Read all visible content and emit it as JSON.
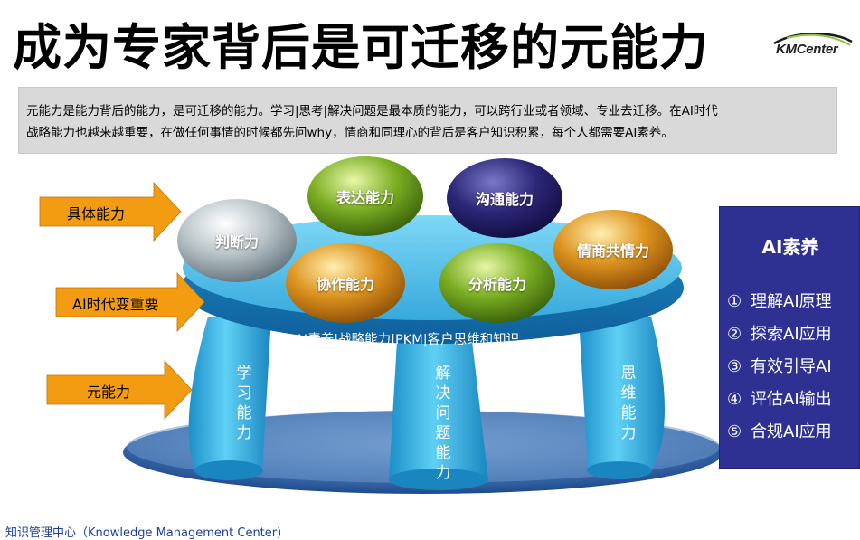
{
  "title": "成为专家背后是可迁移的元能力",
  "logo_text": "KMCenter",
  "description": {
    "line1": "元能力是能力背后的能力，是可迁移的能力。学习|思考|解决问题是最本质的能力，可以跨行业或者领域、专业去迁移。在AI时代",
    "line2": "战略能力也越来越重要，在做任何事情的时候都先问why，情商和同理心的背后是客户知识积累，每个人都需要AI素养。"
  },
  "arrows": [
    "具体能力",
    "AI时代变重要",
    "元能力"
  ],
  "balls": [
    {
      "label": "判断力",
      "color": "#9aa7ad"
    },
    {
      "label": "表达能力",
      "color": "#6e9e1c"
    },
    {
      "label": "沟通能力",
      "color": "#27226b"
    },
    {
      "label": "情商共情力",
      "color": "#d4861c"
    },
    {
      "label": "协作能力",
      "color": "#c9801a"
    },
    {
      "label": "分析能力",
      "color": "#6e9e1c"
    }
  ],
  "plate_label": "AI素养|战略能力|PKM|客户思维和知识",
  "legs": [
    {
      "text": "学习能力"
    },
    {
      "text": "解决问题能力"
    },
    {
      "text": "思维能力"
    }
  ],
  "panel": {
    "title": "AI素养",
    "items": [
      {
        "num": "①",
        "label": "理解AI原理"
      },
      {
        "num": "②",
        "label": "探索AI应用"
      },
      {
        "num": "③",
        "label": "有效引导AI"
      },
      {
        "num": "④",
        "label": "评估AI输出"
      },
      {
        "num": "⑤",
        "label": "合规AI应用"
      }
    ]
  },
  "footer": "知识管理中心（Knowledge  Management  Center)",
  "colors": {
    "arrow": "#f39c12",
    "plate": "#3bb8e8",
    "panel": "#2e3192"
  }
}
